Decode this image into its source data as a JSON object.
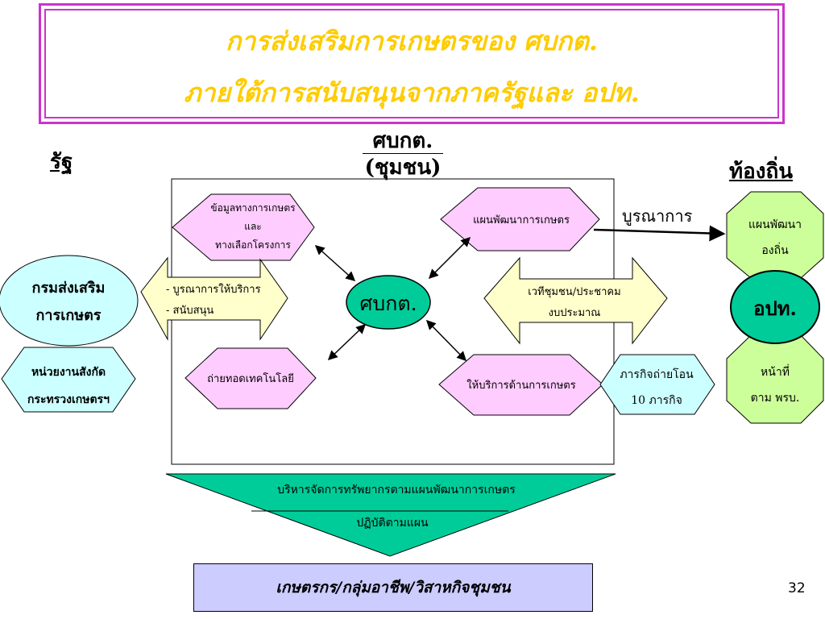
{
  "title": {
    "line1": "การส่งเสริมการเกษตรของ ศบกต.",
    "line2": "ภายใต้การสนับสนุนจากภาครัฐและ อปท."
  },
  "headings": {
    "state": "รัฐ",
    "center_line1": "ศบกต.",
    "center_line2": "(ชุมชน)",
    "local": "ท้องถิ่น"
  },
  "nodes": {
    "data_line1": "ข้อมูลทางการเกษตร",
    "data_line2": "และ",
    "data_line3": "ทางเลือกโครงการ",
    "plan": "แผนพัฒนาการเกษตร",
    "center": "ศบกต.",
    "tech": "ถ่ายทอดเทคโนโลยี",
    "service": "ให้บริการด้านการเกษตร",
    "dept_line1": "กรมส่งเสริม",
    "dept_line2": "การเกษตร",
    "agency_line1": "หน่วยงานสังกัด",
    "agency_line2": "กระทรวงเกษตรฯ",
    "left_arrow_line1": "- บูรณาการให้บริการ",
    "left_arrow_line2": "- สนับสนุน",
    "forum_line1": "เวทีชุมชน/ประชาคม",
    "forum_line2": "งบประมาณ",
    "integration": "บูรณาการ",
    "local_plan_line1": "แผนพัฒนา",
    "local_plan_line2": "องถิ่น",
    "opt": "อปท.",
    "duty_line1": "หน้าที่",
    "duty_line2": "ตาม พรบ.",
    "mission_line1": "ภารกิจถ่ายโอน",
    "mission_line2": "10 ภารกิจ",
    "funnel_line1": "บริหารจัดการทรัพยากรตามแผนพัฒนาการเกษตร",
    "funnel_line2": "ปฏิบัติตามแผน",
    "farmers": "เกษตรกร/กลุ่มอาชีพ/วิสาหกิจชุมชน"
  },
  "page_number": "32",
  "colors": {
    "title_text": "#ffcc00",
    "title_border": "#cc33cc",
    "pink_hexagon": "#ffccff",
    "center_ellipse": "#00cc99",
    "cyan_shape": "#ccffff",
    "yellow_arrow": "#ffffcc",
    "green_shape": "#ccff99",
    "funnel": "#00cc99",
    "bottom_box": "#ccccff"
  }
}
